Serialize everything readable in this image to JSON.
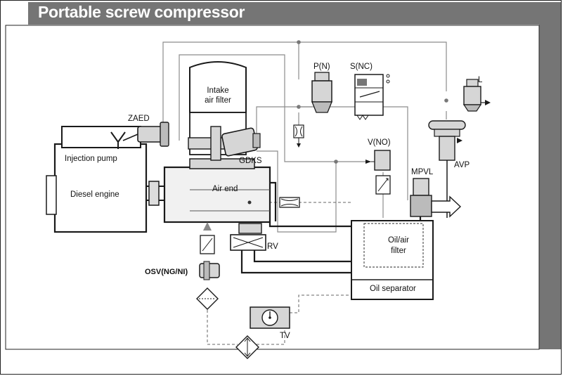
{
  "title": "Portable screw compressor",
  "labels": {
    "zaed": "ZAED",
    "intake_line1": "Intake",
    "intake_line2": "air filter",
    "injection_pump": "Injection pump",
    "diesel_engine": "Diesel engine",
    "air_end": "Air end",
    "gdks": "GDKS",
    "pn": "P(N)",
    "snc": "S(NC)",
    "vno": "V(NO)",
    "l": "L",
    "avp": "AVP",
    "mpvl": "MPVL",
    "oil_air_line1": "Oil/air",
    "oil_air_line2": "filter",
    "oil_separator": "Oil separator",
    "rv": "RV",
    "osv": "OSV(NG/NI)",
    "tv": "TV"
  },
  "colors": {
    "title_bar": "#757575",
    "line": "#1a1a1a",
    "control_line": "#8c8c8c",
    "component_fill": "#d6d6d6"
  }
}
